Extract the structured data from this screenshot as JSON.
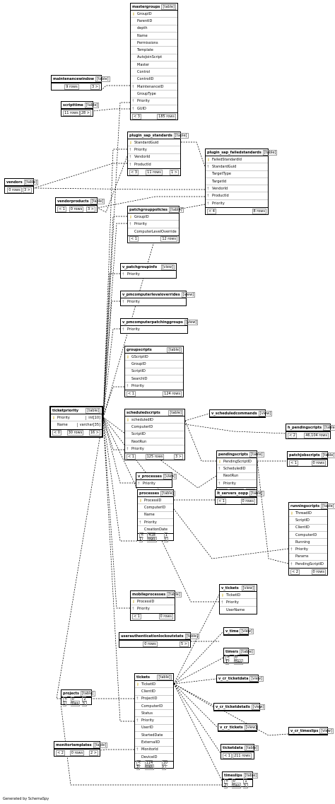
{
  "footer": "Generated by SchemaSpy",
  "tables": {
    "mastergroups": {
      "name": "mastergroups",
      "type": "[table]",
      "cols": [
        "GroupID",
        "ParentID",
        "depth",
        "Name",
        "Permissions",
        "Template",
        "AutoJoinScript",
        "Master",
        "Control",
        "ControlID",
        "MaintenanceID",
        "GroupType",
        "Priority",
        "GUID"
      ],
      "foot": [
        "< 3",
        "",
        "185 rows"
      ]
    },
    "maintenancewindow": {
      "name": "maintenancewindow",
      "type": "[table]",
      "foot": [
        "",
        "9 rows",
        "3 >"
      ]
    },
    "scripttime": {
      "name": "scripttime",
      "type": "[table]",
      "foot": [
        "",
        "11 rows",
        "28 >"
      ]
    },
    "plugin_sap_standards": {
      "name": "plugin_sap_standards",
      "type": "[table]",
      "cols": [
        "StandardGuid",
        "Priority",
        "VendorId",
        "ProductId"
      ],
      "foot": [
        "< 3",
        "11 rows",
        "1 >"
      ]
    },
    "plugin_sap_failedstandards": {
      "name": "plugin_sap_failedstandards",
      "type": "[table]",
      "cols": [
        "FailedStandardId",
        "StandardGuid",
        "TargetType",
        "TargetId",
        "VendorId",
        "ProductId",
        "Priority"
      ],
      "foot": [
        "< 4",
        "",
        "8 rows"
      ]
    },
    "vendors": {
      "name": "vendors",
      "type": "[table]",
      "foot": [
        "",
        "0 rows",
        "3 >"
      ]
    },
    "vendorproducts": {
      "name": "vendorproducts",
      "type": "[table]",
      "foot": [
        "< 1",
        "0 rows",
        "3 >"
      ]
    },
    "patchgrouppolicies": {
      "name": "patchgrouppolicies",
      "type": "[table]",
      "cols": [
        "GroupID",
        "Priority",
        "ComputerLevelOverride"
      ],
      "foot": [
        "< 1",
        "",
        "12 rows"
      ]
    },
    "v_patchgroupinfo": {
      "name": "v_patchgroupinfo",
      "type": "[view]",
      "cols": [
        "Priority"
      ]
    },
    "v_pmcomputerlevaloverrides": {
      "name": "v_pmcomputerlevaloverrides",
      "type": "[view]",
      "cols": [
        "Priority"
      ]
    },
    "v_pmcomputerpatchinggroups": {
      "name": "v_pmcomputerpatchinggroups",
      "type": "[view]",
      "cols": [
        "Priority"
      ]
    },
    "groupscripts": {
      "name": "groupscripts",
      "type": "[table]",
      "cols": [
        "GScriptID",
        "GroupID",
        "ScriptID",
        "SearchID",
        "Priority"
      ],
      "foot": [
        "< 1",
        "",
        "124 rows"
      ]
    },
    "ticketpriority": {
      "name": "ticketpriority",
      "type": "[table]",
      "cols": [
        "Priority",
        "Name"
      ],
      "ctypes": [
        "int[10]",
        "varchar[35]"
      ],
      "foot": [
        "< 0",
        "30 rows",
        "16 >"
      ]
    },
    "scheduledscripts": {
      "name": "scheduledscripts",
      "type": "[table]",
      "cols": [
        "scheduledID",
        "ComputerID",
        "ScriptID",
        "NextRun",
        "Priority"
      ],
      "foot": [
        "< 1",
        "125 rows",
        "3 >"
      ]
    },
    "v_scheduledcommands": {
      "name": "v_scheduledcommands",
      "type": "[view]"
    },
    "h_pendingscripts": {
      "name": "h_pendingscripts",
      "type": "[table]",
      "foot": [
        "< 2",
        "",
        "46,104 rows"
      ]
    },
    "pendingscripts": {
      "name": "pendingscripts",
      "type": "[table]",
      "cols": [
        "PendingScriptID",
        "ScheduledID",
        "NextRun",
        "Priority"
      ],
      "foot": [
        "< 2",
        "0 rows",
        "3 >"
      ]
    },
    "patchjobscripts": {
      "name": "patchjobscripts",
      "type": "[table]",
      "foot": [
        "< 1",
        "",
        "0 rows"
      ]
    },
    "v_processes": {
      "name": "v_processes",
      "type": "[view]",
      "cols": [
        "Priority"
      ]
    },
    "processes": {
      "name": "processes",
      "type": "[table]",
      "cols": [
        "ProcessID",
        "ComputerID",
        "Name",
        "Priority",
        "CreationDate"
      ],
      "foot": [
        "< 1",
        "418 rows",
        "1 >"
      ]
    },
    "lt_servers_oopp": {
      "name": "lt_servers_oopp",
      "type": "[table]",
      "foot": [
        "< 1",
        "",
        "0 rows"
      ]
    },
    "runningscripts": {
      "name": "runningscripts",
      "type": "[table]",
      "cols": [
        "ThreadID",
        "ScriptID",
        "ClientID",
        "ComputerID",
        "Running",
        "Priority",
        "Params",
        "PendingScriptID"
      ],
      "foot": [
        "< 2",
        "",
        "0 rows"
      ]
    },
    "mobileprocesses": {
      "name": "mobileprocesses",
      "type": "[table]",
      "cols": [
        "ProcessID",
        "Priority"
      ],
      "foot": [
        "< 1",
        "",
        "0 rows"
      ]
    },
    "v_tickets": {
      "name": "v_tickets",
      "type": "[view]",
      "cols": [
        "TicketID",
        "Priority",
        "UserName"
      ]
    },
    "userauthenticationlockoutstats": {
      "name": "userauthenticationlockoutstats",
      "type": "[table]",
      "foot": [
        "",
        "0 rows",
        "5 >"
      ]
    },
    "v_time": {
      "name": "v_time",
      "type": "[view]"
    },
    "timers": {
      "name": "timers",
      "type": "[table]",
      "foot": [
        "< 1",
        "0 rows",
        ""
      ]
    },
    "tickets": {
      "name": "tickets",
      "type": "[table]",
      "cols": [
        "TicketID",
        "ClientID",
        "ProjectID",
        "ComputerID",
        "Status",
        "Priority",
        "UserID",
        "StartedDate",
        "ExternalID",
        "MonitorId",
        "DeviceID"
      ],
      "foot": [
        "< 3",
        "114 rows",
        "10 >"
      ]
    },
    "v_cr_ticketdata": {
      "name": "v_cr_ticketdata",
      "type": "[view]"
    },
    "projects": {
      "name": "projects",
      "type": "[table]",
      "foot": [
        "< 1",
        "0 rows",
        "2 >"
      ]
    },
    "v_cr_ticketdetails": {
      "name": "v_cr_ticketdetails",
      "type": "[view]"
    },
    "v_cr_tickets": {
      "name": "v_cr_tickets",
      "type": "[view]"
    },
    "v_cr_timeslips": {
      "name": "v_cr_timeslips",
      "type": "[view]"
    },
    "monitortemplates": {
      "name": "monitortemplates",
      "type": "[table]",
      "foot": [
        "< 2",
        "0 rows",
        "2 >"
      ]
    },
    "ticketdata": {
      "name": "ticketdata",
      "type": "[table]",
      "foot": [
        "< 1",
        "211 rows",
        ""
      ]
    },
    "timeslips": {
      "name": "timeslips",
      "type": "[table]",
      "foot": [
        "< 2",
        "0 rows",
        "1 >"
      ]
    }
  }
}
